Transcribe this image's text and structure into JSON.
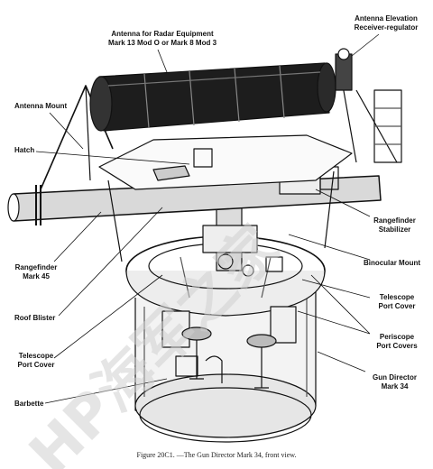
{
  "labels": {
    "antenna_radar": [
      "Antenna for Radar Equipment",
      "Mark 13 Mod O or Mark 8 Mod 3"
    ],
    "antenna_elevation": [
      "Antenna Elevation",
      "Receiver-regulator"
    ],
    "antenna_mount": [
      "Antenna Mount"
    ],
    "hatch": [
      "Hatch"
    ],
    "rangefinder_stabilizer": [
      "Rangefinder",
      "Stabilizer"
    ],
    "rangefinder_mark45": [
      "Rangefinder",
      "Mark 45"
    ],
    "binocular_mount": [
      "Binocular Mount"
    ],
    "roof_blister": [
      "Roof Blister"
    ],
    "telescope_port_cover_right": [
      "Telescope",
      "Port Cover"
    ],
    "periscope_port_covers": [
      "Periscope",
      "Port Covers"
    ],
    "telescope_port_cover_left": [
      "Telescope",
      "Port Cover"
    ],
    "gun_director": [
      "Gun Director",
      "Mark 34"
    ],
    "barbette": [
      "Barbette"
    ]
  },
  "caption": "Figure 20C1. —The Gun Director Mark 34, front view.",
  "watermark": "HP海军之家",
  "colors": {
    "ink": "#111111",
    "paper": "#ffffff",
    "shade": "#555555",
    "watermark": "#cfcfcf"
  }
}
